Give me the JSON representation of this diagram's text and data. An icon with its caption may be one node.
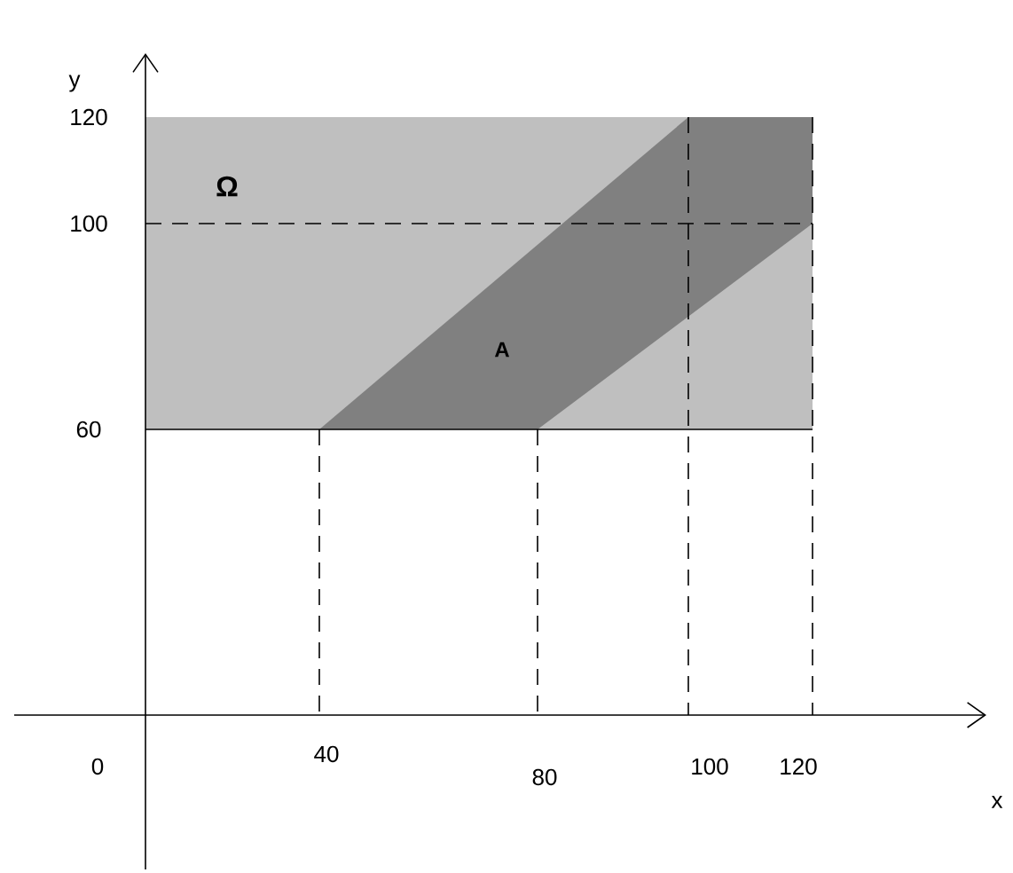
{
  "diagram": {
    "nodes": [
      {
        "text": [
          "Ω"
        ]
      },
      {
        "text": [
          "A"
        ],
        "in": 0
      }
    ],
    "edges": [],
    "labels": [
      "y",
      "120",
      "100",
      "60",
      "0",
      "40",
      "80",
      "100",
      "120",
      "x"
    ]
  }
}
